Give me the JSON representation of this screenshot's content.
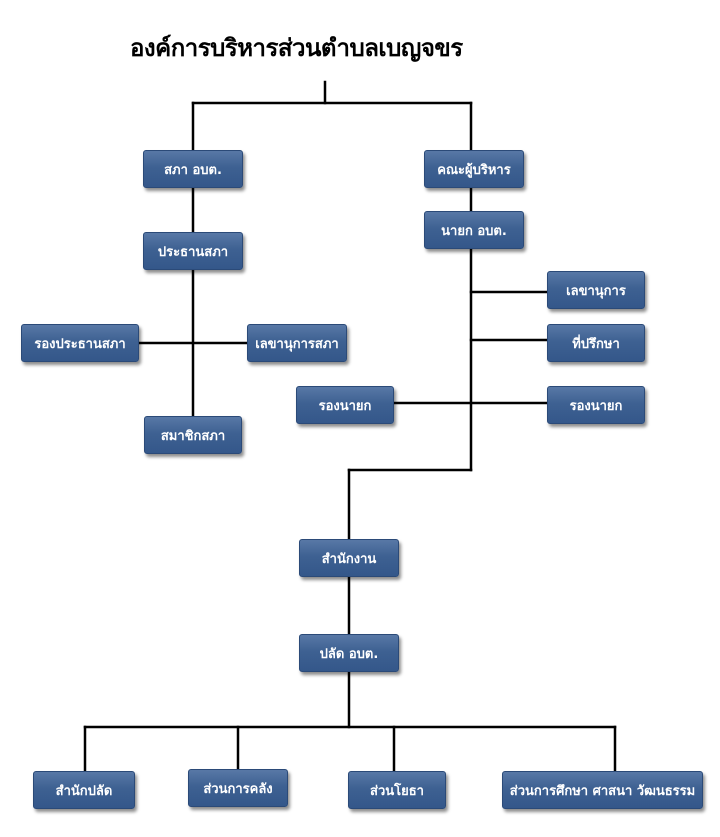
{
  "title": "องค์การบริหารส่วนตำบลเบญจขร",
  "nodes": {
    "sapha_obt": "สภา อบต.",
    "prathan_sapha": "ประธานสภา",
    "rong_prathan_sapha": "รองประธานสภา",
    "lekha_sapha": "เลขานุการสภา",
    "samachik_sapha": "สมาชิกสภา",
    "khana_phuborihan": "คณะผู้บริหาร",
    "nayok_obt": "นายก อบต.",
    "lekha_nukan": "เลขานุการ",
    "thi_preuksa": "ที่ปรึกษา",
    "rong_nayok_left": "รองนายก",
    "rong_nayok_right": "รองนายก",
    "samnak_ngan": "สำนักงาน",
    "palat_obt": "ปลัด อบต.",
    "samnak_palat": "สำนักปลัด",
    "suan_khlang": "ส่วนการคลัง",
    "suan_yotha": "ส่วนโยธา",
    "suan_sueksa": "ส่วนการศึกษา ศาสนา วัฒนธรรม"
  },
  "colors": {
    "node_fill": "#3e6192",
    "connector": "#000000"
  }
}
